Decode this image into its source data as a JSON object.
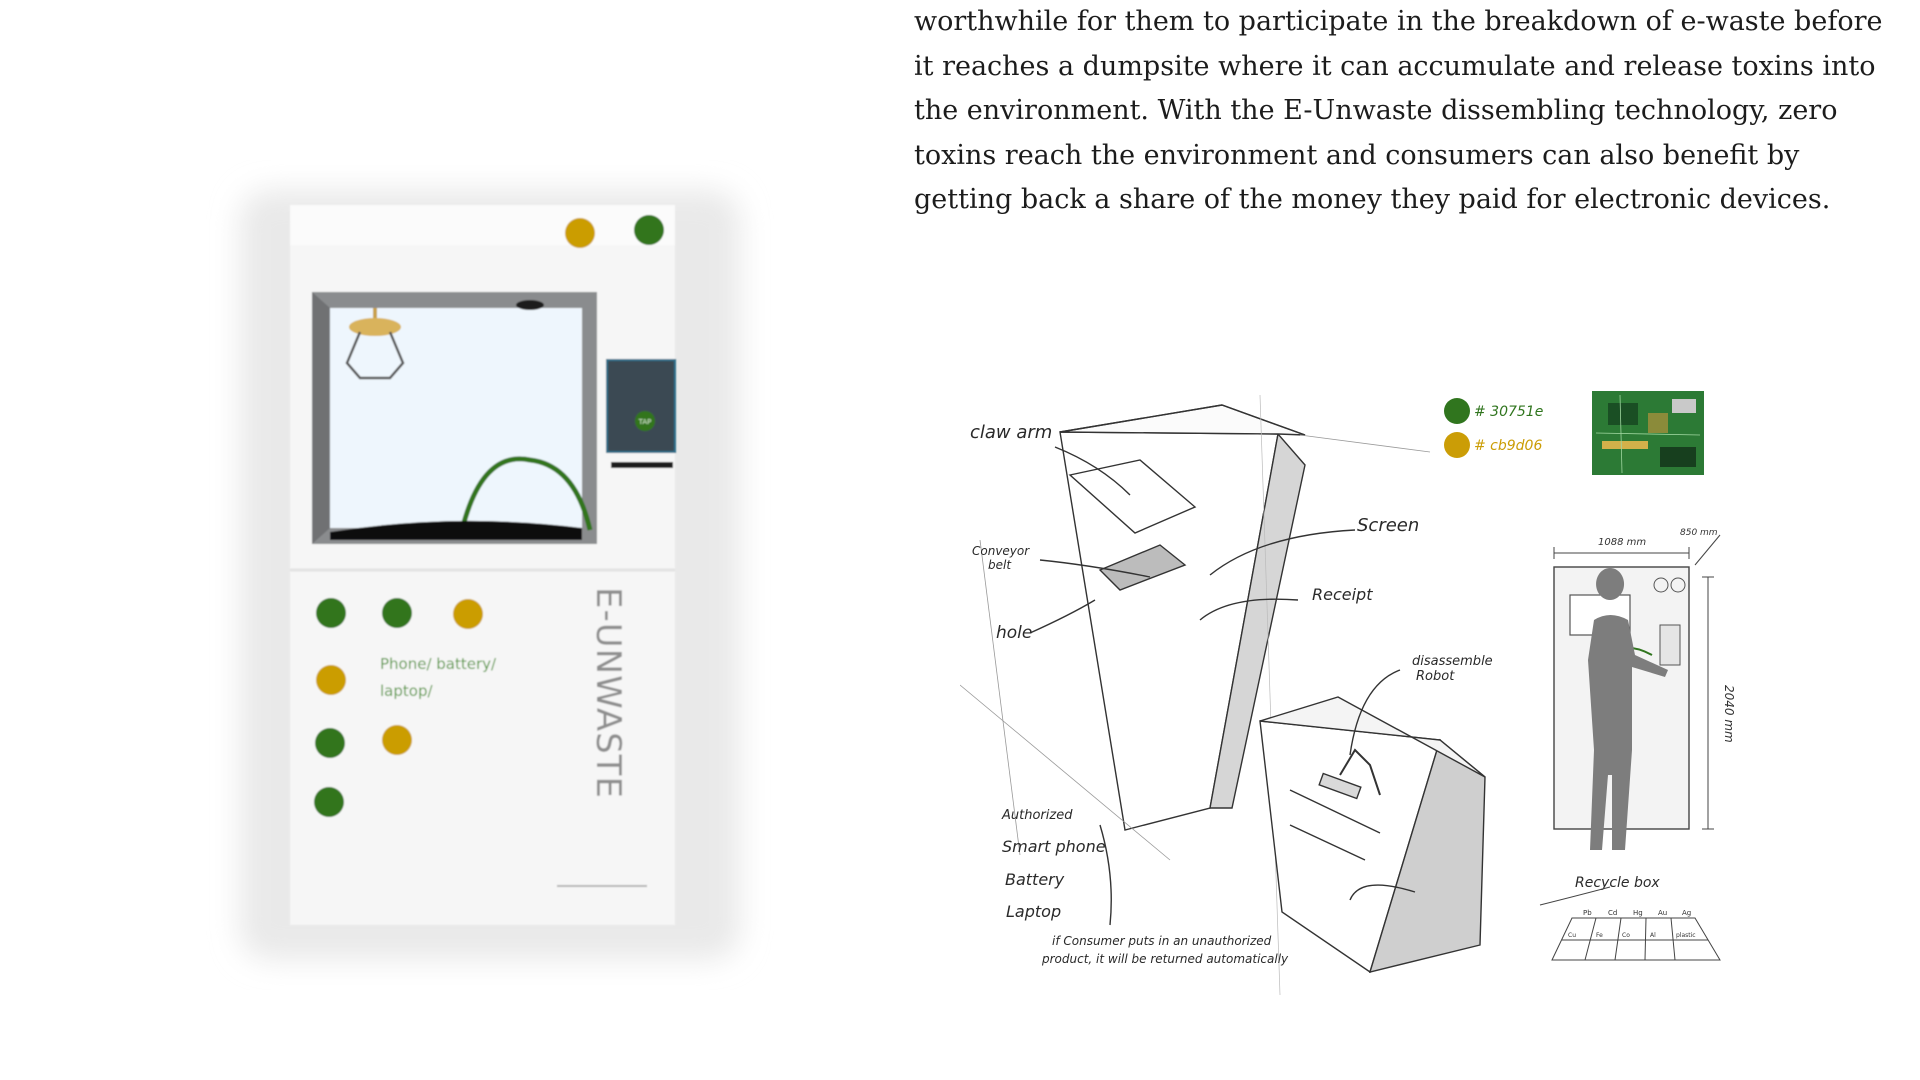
{
  "article": {
    "paragraph_lines": [
      "worthwhile for them to participate in the breakdown of e-waste before",
      "it reaches a dumpsite where it can accumulate and release toxins into",
      "the environment. With the E-Unwaste dissembling technology, zero",
      "toxins reach the environment and consumers can also benefit by",
      "getting back a share of the money they paid for electronic devices."
    ]
  },
  "kiosk": {
    "brand": "E-UNWASTE",
    "accepted_items": [
      "Phone/ battery/",
      "laptop/"
    ],
    "screen_button": "TAP",
    "colors": {
      "green": "#30751e",
      "gold": "#cb9d06",
      "body": "#f4f4f4",
      "window_frame": "#8a8c8e",
      "window_glass": "#eef6fd",
      "screen": "#3b4a52"
    }
  },
  "sketch": {
    "labels": {
      "claw_arm": "claw arm",
      "conveyor_belt_1": "Conveyor",
      "conveyor_belt_2": "belt",
      "hole": "hole",
      "screen": "Screen",
      "receipt": "Receipt",
      "robot_1": "disassemble",
      "robot_2": "Robot",
      "recycle_box": "Recycle box",
      "authorized": "Authorized",
      "smart_phone": "Smart phone",
      "battery": "Battery",
      "laptop": "Laptop",
      "note_1": "if Consumer puts in an unauthorized",
      "note_2": "product, it will be returned automatically",
      "width_dim": "1088 mm",
      "depth_dim": "850 mm",
      "height_dim": "2040 mm",
      "swatch_green": "# 30751e",
      "swatch_gold": "# cb9d06",
      "bin_labels": [
        "Pb",
        "Cd",
        "Hg",
        "Au",
        "Ag"
      ],
      "bin_labels_2": [
        "Cu",
        "Fe",
        "Co",
        "Al",
        "plastic"
      ]
    },
    "colors": {
      "green": "#30751e",
      "gold": "#cb9d06",
      "pcb": "#2c7a35",
      "figure": "#7d7d7d"
    }
  }
}
